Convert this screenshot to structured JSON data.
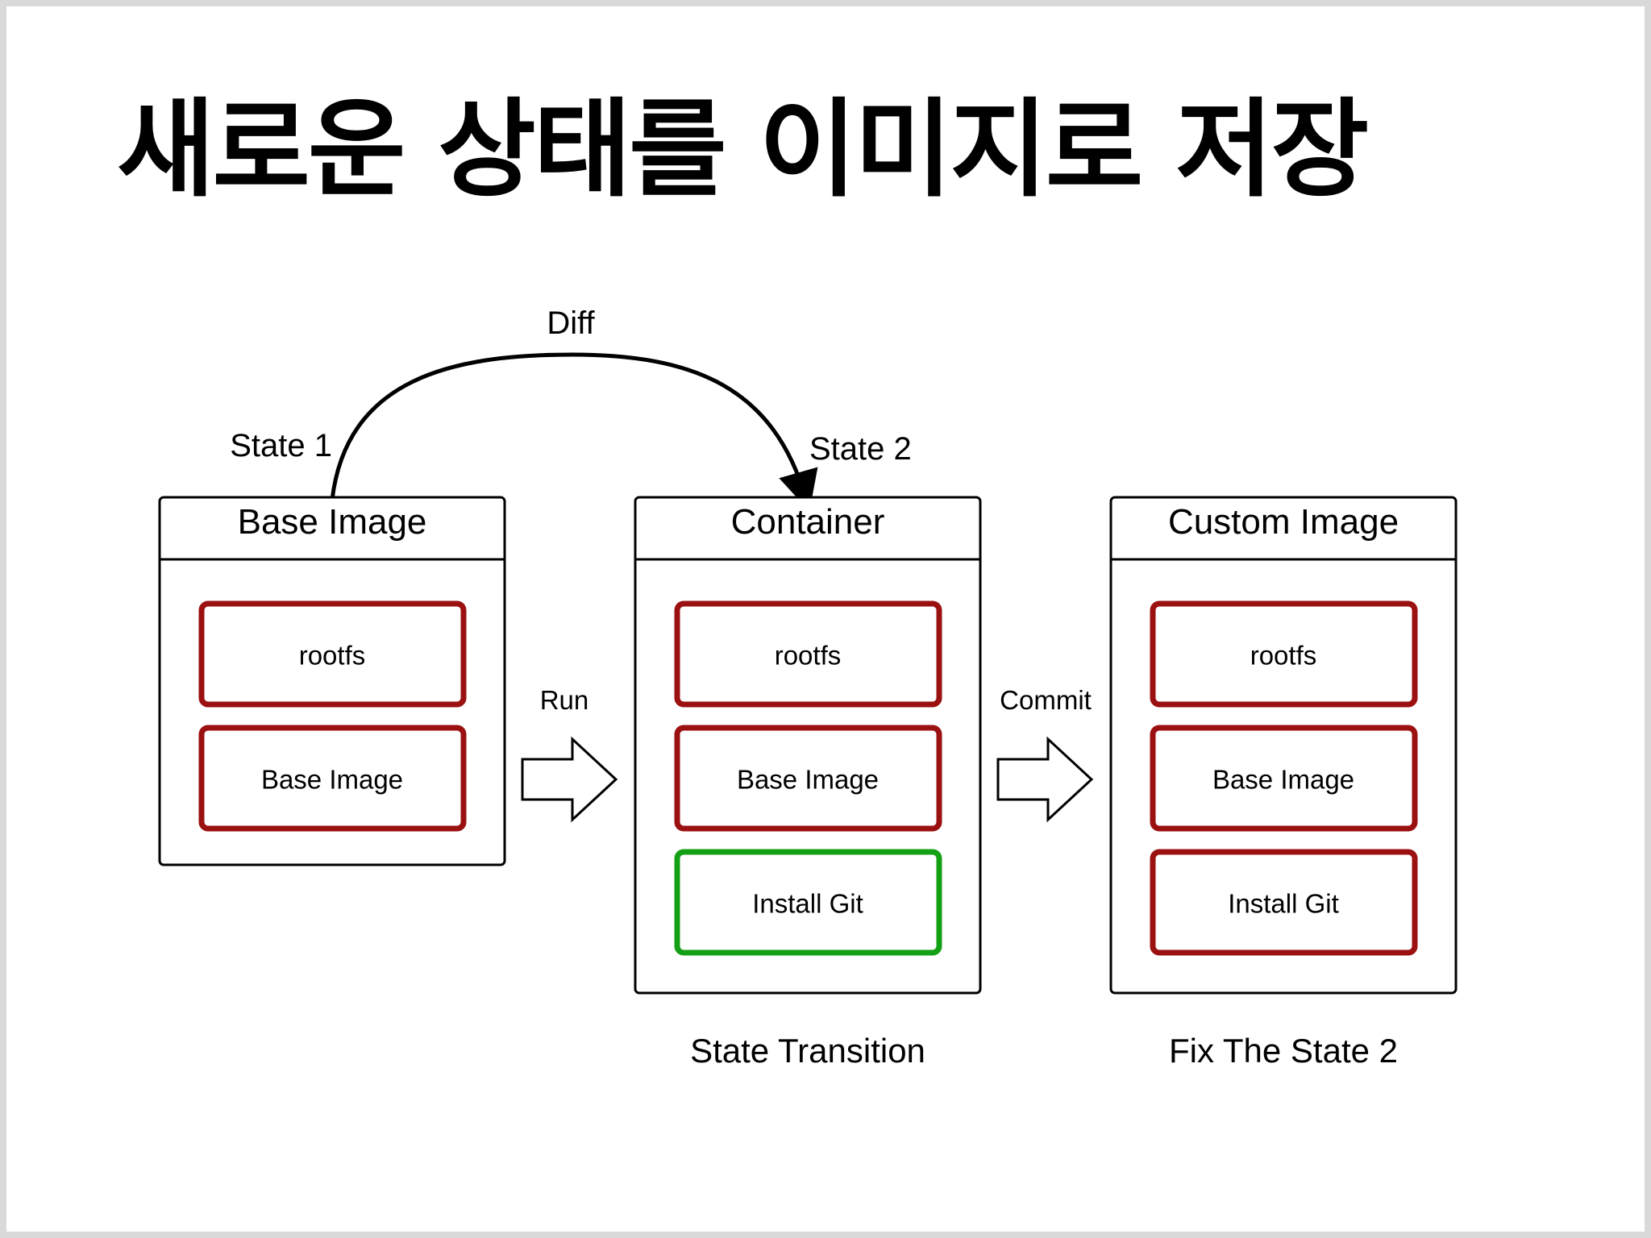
{
  "title": "새로운 상태를 이미지로 저장",
  "colors": {
    "committed_layer": "#9b1111",
    "new_layer": "#14a014",
    "outline": "#000000"
  },
  "diff_arrow": {
    "label": "Diff",
    "from_label": "State 1",
    "to_label": "State 2"
  },
  "boxes": [
    {
      "header": "Base Image",
      "layers": [
        {
          "label": "rootfs",
          "kind": "committed"
        },
        {
          "label": "Base Image",
          "kind": "committed"
        }
      ],
      "caption": ""
    },
    {
      "header": "Container",
      "layers": [
        {
          "label": "rootfs",
          "kind": "committed"
        },
        {
          "label": "Base Image",
          "kind": "committed"
        },
        {
          "label": "Install Git",
          "kind": "new"
        }
      ],
      "caption": "State Transition"
    },
    {
      "header": "Custom Image",
      "layers": [
        {
          "label": "rootfs",
          "kind": "committed"
        },
        {
          "label": "Base Image",
          "kind": "committed"
        },
        {
          "label": "Install Git",
          "kind": "committed"
        }
      ],
      "caption": "Fix The State 2"
    }
  ],
  "transitions": [
    {
      "label": "Run",
      "icon": "right-arrow-icon"
    },
    {
      "label": "Commit",
      "icon": "right-arrow-icon"
    }
  ]
}
